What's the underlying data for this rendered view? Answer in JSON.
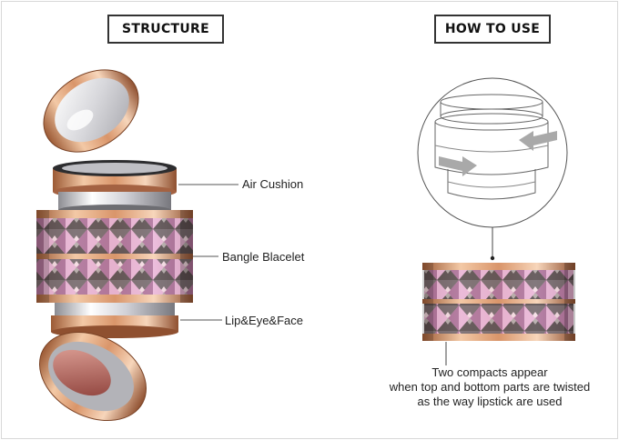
{
  "headings": {
    "structure": "STRUCTURE",
    "how_to_use": "HOW TO USE"
  },
  "structure_labels": {
    "air_cushion": "Air Cushion",
    "bangle": "Bangle Blacelet",
    "lip_eye_face": "Lip&Eye&Face"
  },
  "how_to_use_caption": [
    "Two compacts appear",
    "when top and bottom parts are twisted",
    "as the way lipstick are used"
  ],
  "colors": {
    "rose_gold": "#d9956a",
    "rose_gold_light": "#f3c9a6",
    "rose_gold_dark": "#9c5a35",
    "crystal_pink": "#d59ad0",
    "crystal_gray": "#5d5a60",
    "silver": "#e2e2e6",
    "arrow_gray": "#9a9a9a"
  }
}
